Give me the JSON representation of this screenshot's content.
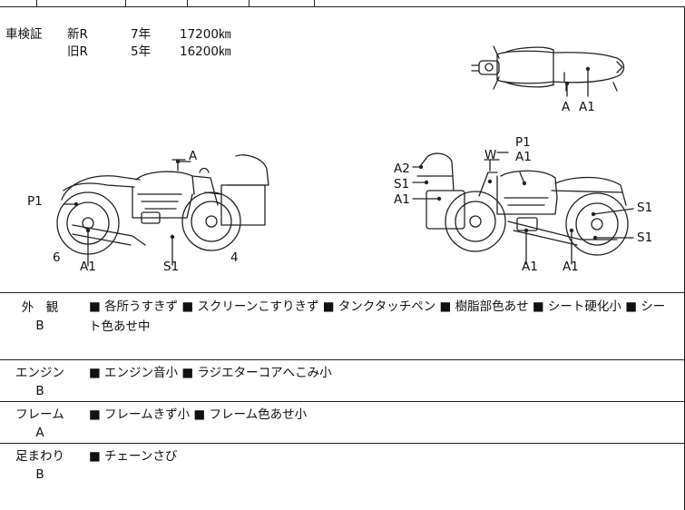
{
  "shaken": {
    "label": "車検証",
    "lines": [
      {
        "rank": "新R",
        "years": "7年",
        "distance": "17200㎞"
      },
      {
        "rank": "旧R",
        "years": "5年",
        "distance": "16200㎞"
      }
    ]
  },
  "diagram_labels": {
    "left_bike": {
      "A": "A",
      "P1": "P1",
      "six": "6",
      "A1": "A1",
      "S1": "S1",
      "four": "4"
    },
    "top_view": {
      "A": "A",
      "A1": "A1"
    },
    "right_bike": {
      "P1": "P1",
      "A1_top": "A1",
      "W": "W",
      "A2": "A2",
      "S1_left": "S1",
      "A1_left": "A1",
      "S1_r1": "S1",
      "S1_r2": "S1",
      "A1_b1": "A1",
      "A1_b2": "A1"
    }
  },
  "inspection": [
    {
      "category": "外　観",
      "grade": "B",
      "items": "■ 各所うすきず ■ スクリーンこすりきず ■ タンクタッチペン ■ 樹脂部色あせ ■ シート硬化小 ■ シート色あせ中"
    },
    {
      "category": "エンジン",
      "grade": "B",
      "items": "■ エンジン音小 ■ ラジエターコアへこみ小"
    },
    {
      "category": "フレーム",
      "grade": "A",
      "items": "■ フレームきず小 ■ フレーム色あせ小"
    },
    {
      "category": "足まわり",
      "grade": "B",
      "items": "■ チェーンさび"
    }
  ],
  "colors": {
    "line": "#222222",
    "ink": "#111111"
  }
}
